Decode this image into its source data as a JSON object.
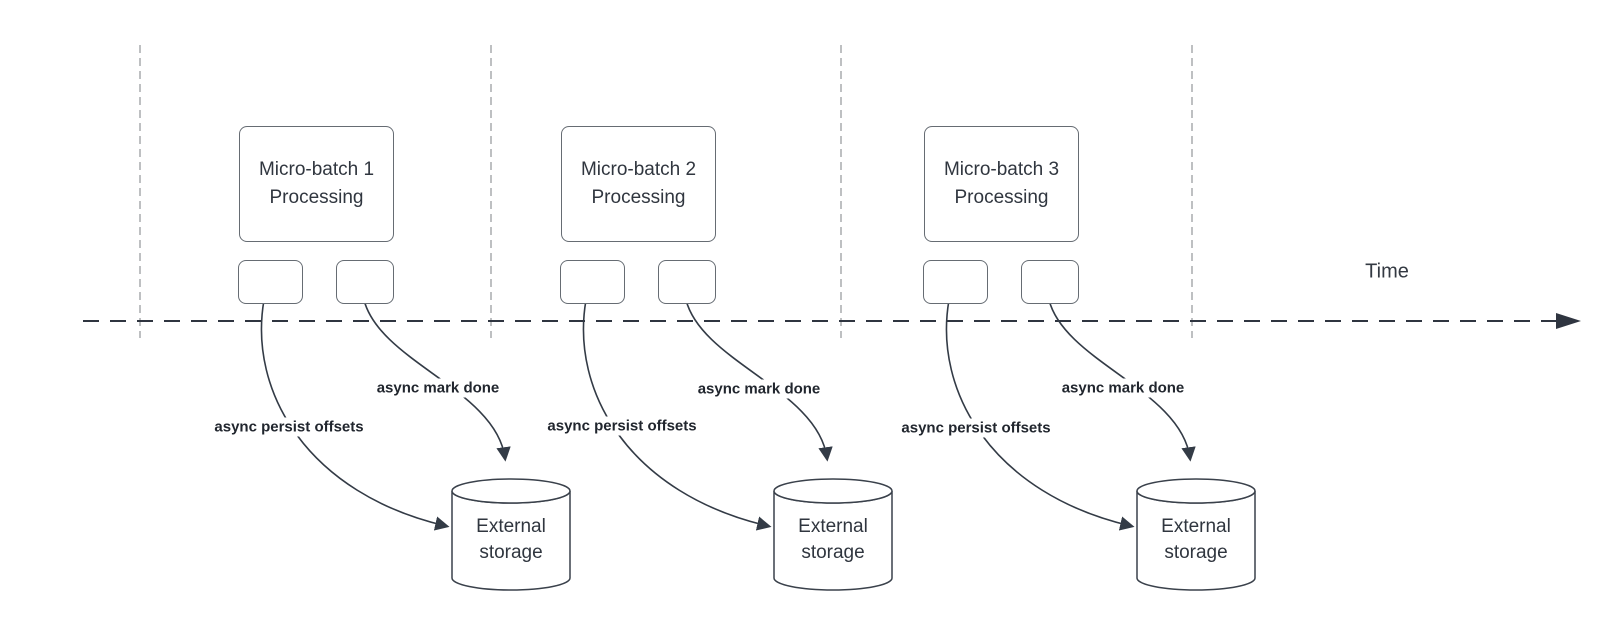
{
  "time_label": "Time",
  "sets": [
    {
      "box_line1": "Micro-batch 1",
      "box_line2": "Processing",
      "persist_label": "async persist offsets",
      "done_label": "async mark done",
      "storage_line1": "External",
      "storage_line2": "storage"
    },
    {
      "box_line1": "Micro-batch 2",
      "box_line2": "Processing",
      "persist_label": "async persist offsets",
      "done_label": "async mark done",
      "storage_line1": "External",
      "storage_line2": "storage"
    },
    {
      "box_line1": "Micro-batch 3",
      "box_line2": "Processing",
      "persist_label": "async persist offsets",
      "done_label": "async mark done",
      "storage_line1": "External",
      "storage_line2": "storage"
    }
  ],
  "colors": {
    "line_dark": "#333b46",
    "box_border": "#666c73",
    "guide_gray": "#a9abad",
    "text_dark": "#30363f",
    "background": "#ffffff"
  }
}
